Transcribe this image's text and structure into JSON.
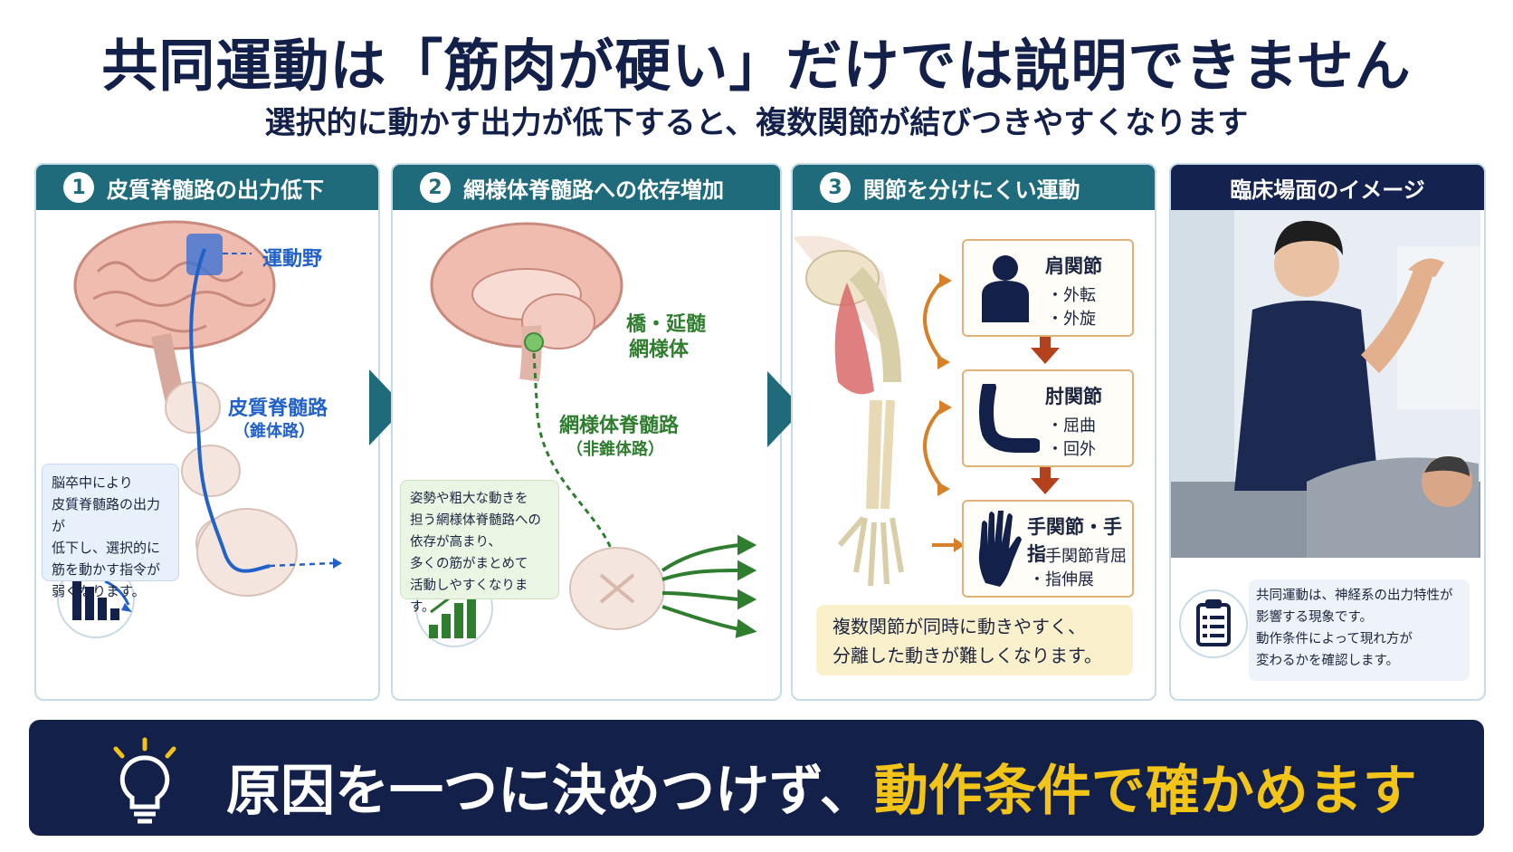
{
  "header": {
    "title": "共同運動は「筋肉が硬い」だけでは説明できません",
    "subtitle": "選択的に動かす出力が低下すると、複数関節が結びつきやすくなります"
  },
  "panels": [
    {
      "num": "1",
      "title": "皮質脊髄路の出力低下",
      "labels": {
        "motor_area": "運動野",
        "tract": "皮質脊髄路",
        "tract_sub": "（錐体路）"
      },
      "note": [
        "脳卒中により",
        "皮質脊髄路の出力が",
        "低下し、選択的に",
        "筋を動かす指令が",
        "弱くなります。"
      ]
    },
    {
      "num": "2",
      "title": "網様体脊髄路への依存増加",
      "labels": {
        "pons_1": "橋・延髄",
        "pons_2": "網様体",
        "tract": "網様体脊髄路",
        "tract_sub": "（非錐体路）"
      },
      "note": [
        "姿勢や粗大な動きを",
        "担う網様体脊髄路への",
        "依存が高まり、",
        "多くの筋がまとめて",
        "活動しやすくなります。"
      ]
    },
    {
      "num": "3",
      "title": "関節を分けにくい運動",
      "joints": [
        {
          "title": "肩関節",
          "items": [
            "・外転",
            "・外旋"
          ]
        },
        {
          "title": "肘関節",
          "items": [
            "・屈曲",
            "・回外"
          ]
        },
        {
          "title": "手関節・手指",
          "items": [
            "・手関節背屈",
            "・指伸展"
          ]
        }
      ],
      "note": [
        "複数関節が同時に動きやすく、",
        "分離した動きが難しくなります。"
      ]
    },
    {
      "title": "臨床場面のイメージ",
      "note": [
        "共同運動は、神経系の出力特性が",
        "影響する現象です。",
        "動作条件によって現れ方が",
        "変わるかを確認します。"
      ]
    }
  ],
  "banner": {
    "text_plain": "原因を一つに決めつけず、",
    "text_highlight": "動作条件で確かめます"
  },
  "icons": {
    "panel1": "bar-chart-down-icon",
    "panel2": "bar-chart-up-icon",
    "panel4": "clipboard-icon",
    "banner": "lightbulb-icon",
    "shoulder": "person-icon",
    "elbow": "arm-icon",
    "hand": "hand-icon"
  },
  "colors": {
    "teal_header": "#1f6b7b",
    "navy": "#13204a",
    "blue_path": "#2262c8",
    "green_path": "#2f7d2f",
    "orange_arrow": "#d7802a",
    "red_arrow": "#b5411c",
    "highlight": "#f2c418"
  }
}
